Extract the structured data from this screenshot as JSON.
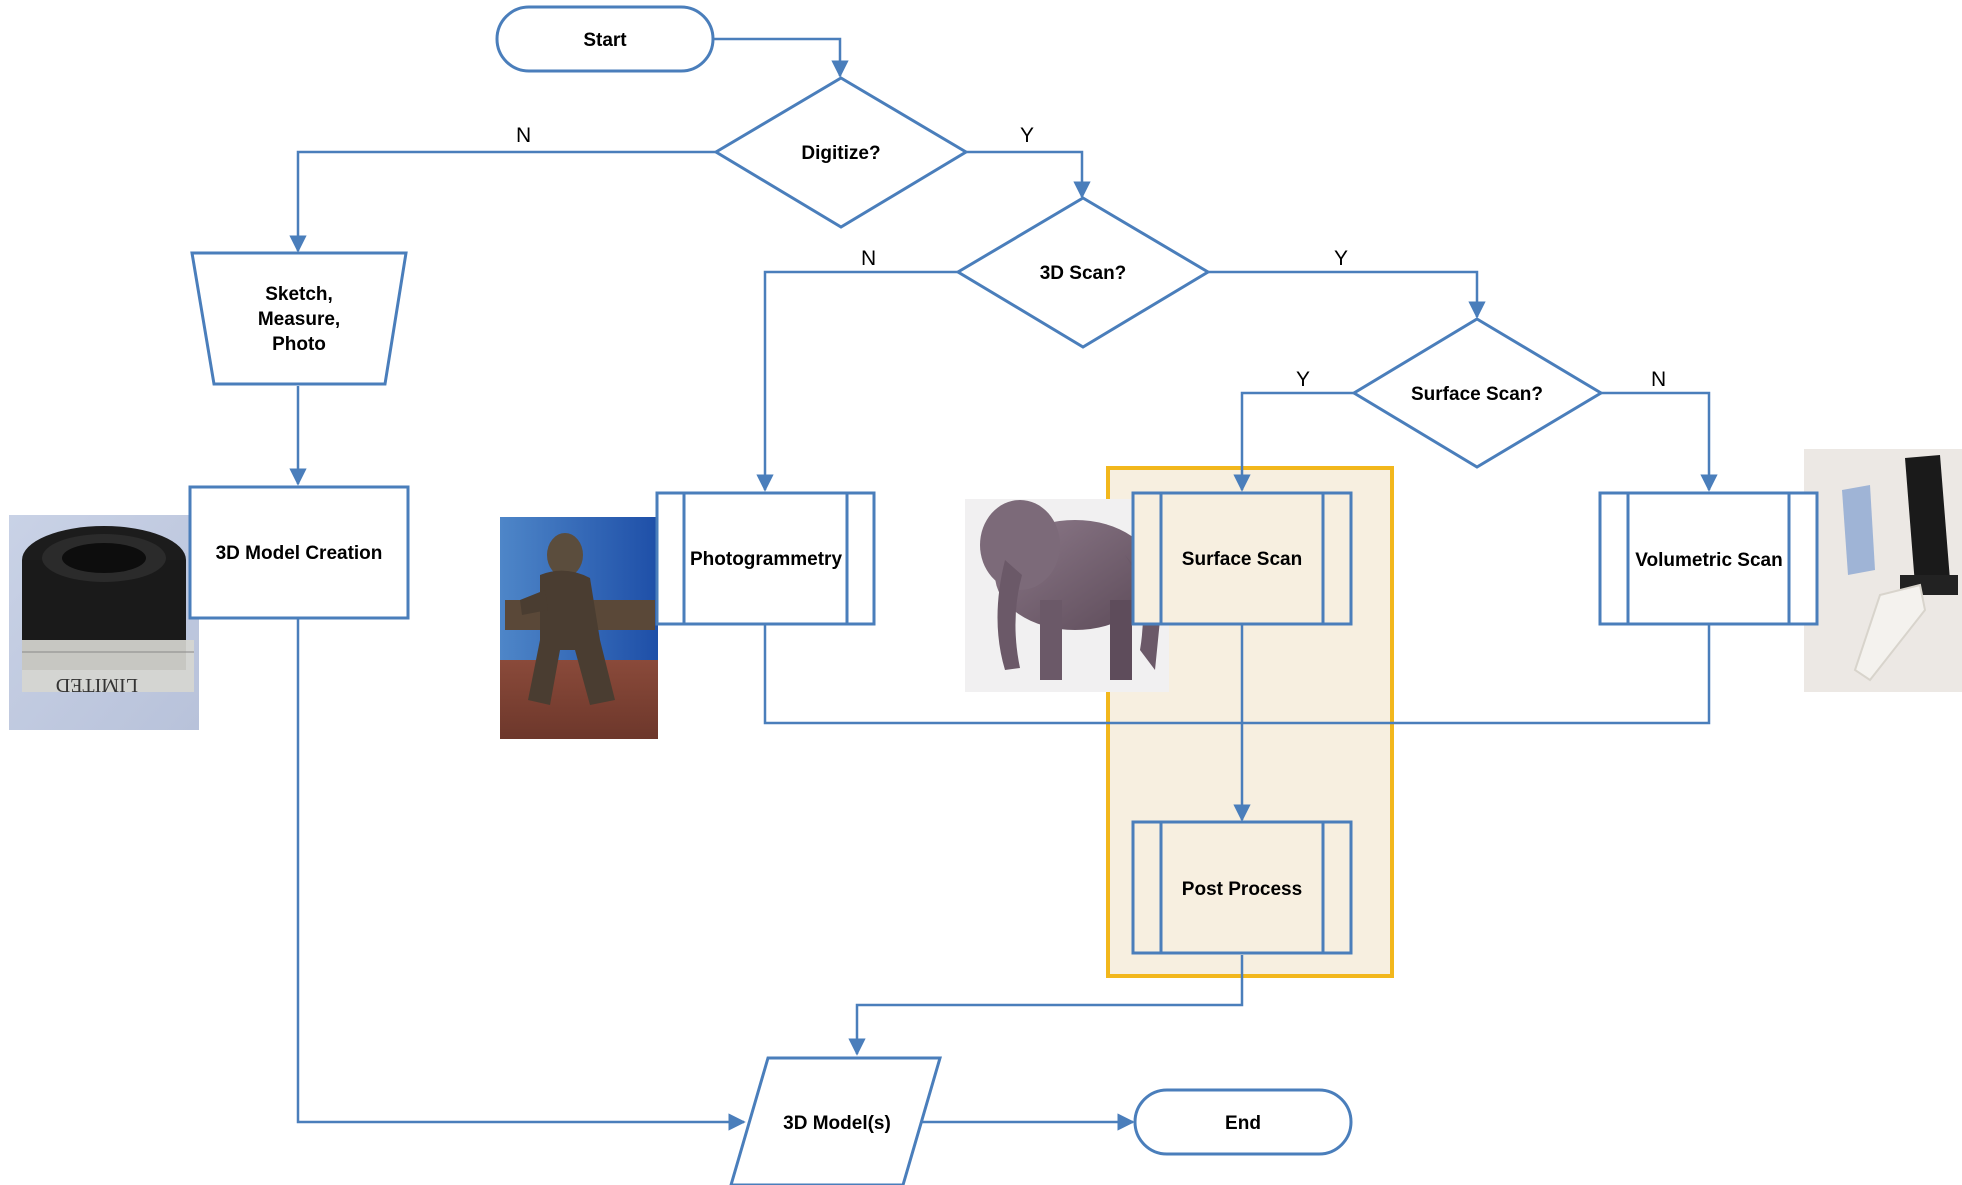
{
  "colors": {
    "stroke": "#4a7ebb",
    "highlight_border": "#f2b71c",
    "highlight_fill": "#f7efe0"
  },
  "nodes": {
    "start": "Start",
    "digitize": "Digitize?",
    "scan3d": "3D Scan?",
    "surface_q": "Surface Scan?",
    "sketch": [
      "Sketch,",
      "Measure,",
      "Photo"
    ],
    "model_creation": "3D Model Creation",
    "photogrammetry": "Photogrammetry",
    "surface_scan": "Surface Scan",
    "volumetric_scan": "Volumetric Scan",
    "post_process": "Post Process",
    "models": "3D Model(s)",
    "end": "End"
  },
  "branches": {
    "digitize_no": "N",
    "digitize_yes": "Y",
    "scan3d_no": "N",
    "scan3d_yes": "Y",
    "surface_yes": "Y",
    "surface_no": "N"
  },
  "images": {
    "lens": "camera-lens-photo",
    "statue": "bronze-statue-photo",
    "elephant": "elephant-figurine-photo",
    "parts": "plastic-parts-photo"
  }
}
